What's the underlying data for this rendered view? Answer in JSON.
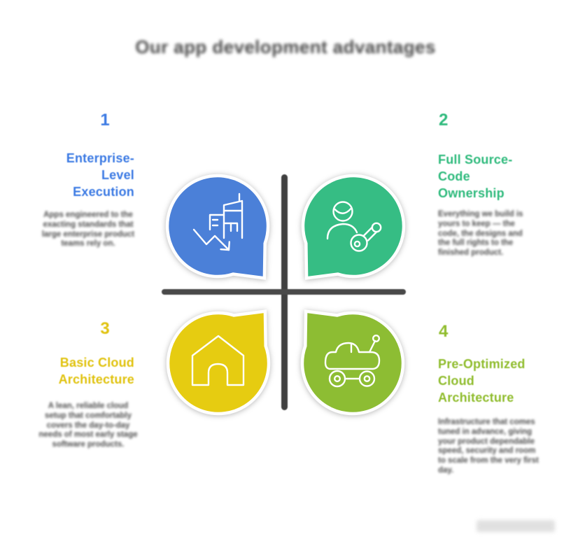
{
  "title": "Our app development advantages",
  "colors": {
    "title_gray": "#4b4b4b",
    "description_gray": "#4e4e4e",
    "divider_gray": "#454545",
    "q1_blue": "#4b80d8",
    "q1_text_blue": "#3a79e3",
    "q2_green": "#36bd84",
    "q2_text_green": "#2eba7c",
    "q3_yellow": "#e6cc11",
    "q3_text_yellow": "#e0c20d",
    "q4_olive": "#8dbd33",
    "q4_text_olive": "#8fbc2c"
  },
  "quadrants": [
    {
      "number": "1",
      "title": "Enterprise-Level Execution",
      "description": "Apps engineered to the exacting standards that large enterprise product teams rely on.",
      "icon": "building-decline-icon",
      "bubble_color": "#4b80d8"
    },
    {
      "number": "2",
      "title": "Full Source-Code Ownership",
      "description": "Everything we build is yours to keep — the code, the designs and the full rights to the finished product.",
      "icon": "person-key-icon",
      "bubble_color": "#36bd84"
    },
    {
      "number": "3",
      "title": "Basic Cloud Architecture",
      "description": "A lean, reliable cloud setup that comfortably covers the day-to-day needs of most early stage software products.",
      "icon": "house-icon",
      "bubble_color": "#e6cc11"
    },
    {
      "number": "4",
      "title": "Pre-Optimized Cloud Architecture",
      "description": "Infrastructure that comes tuned in advance, giving your product dependable speed, security and room to scale from the very first day.",
      "icon": "toy-car-icon",
      "bubble_color": "#8dbd33"
    }
  ],
  "watermark": {
    "text": ""
  }
}
